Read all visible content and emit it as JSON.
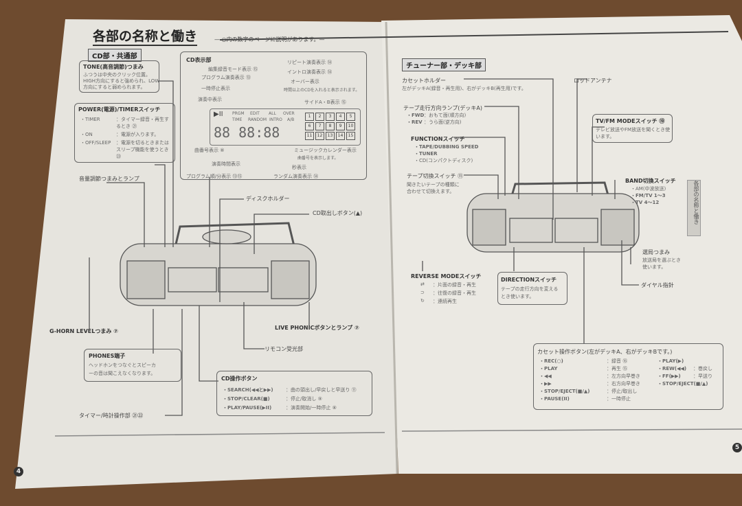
{
  "title": "各部の名称と働き",
  "subtitle": "— ○内の数字のページに説明があります。—",
  "left_page": {
    "section": "CD部・共通部",
    "page_number": "4",
    "tone": {
      "title": "TONE(高音調節)つまみ",
      "lines": [
        "ふつうは中央のクリック位置。",
        "HIGH方向にすると強められ、LOW",
        "方向にすると弱められます。"
      ]
    },
    "power": {
      "title": "POWER(電源)/TIMERスイッチ",
      "items": [
        {
          "key": "・TIMER",
          "desc": "：タイマー録音・再生するとき ㉑"
        },
        {
          "key": "・ON",
          "desc": "：電源が入ります。"
        },
        {
          "key": "・OFF/SLEEP",
          "desc": "：電源を切るときまたはスリープ機能を使うとき ㉓"
        }
      ]
    },
    "display": {
      "title": "CD表示部",
      "labels": [
        "編集録音モード表示 ⑮",
        "プログラム演奏表示 ⑬",
        "一時停止表示",
        "演奏中表示",
        "リピート演奏表示 ⑭",
        "イントロ演奏表示 ⑭",
        "オーバー表示",
        "時間以上のCDを入れると表示されます。",
        "サイドA・B表示 ⑮",
        "曲番号表示 ⑧",
        "演奏時間表示",
        "プログラム順/分表示 ⑬⑮",
        "ランダム演奏表示 ⑭",
        "秒表示",
        "ミュージックカレンダー表示",
        "曲番号を表示します。"
      ],
      "lcd_indicators": [
        "PRGM",
        "EDIT",
        "ALL",
        "OVER",
        "TIME",
        "RANDOM",
        "INTRO",
        "A/B"
      ],
      "lcd_digits": "88 88:88",
      "calendar": [
        "1",
        "2",
        "3",
        "4",
        "5",
        "6",
        "7",
        "8",
        "9",
        "10",
        "11",
        "12",
        "13",
        "14",
        "15"
      ]
    },
    "volume": "音量調節つまみとランプ",
    "disc_holder": "ディスクホルダー",
    "cd_eject": "CD取出しボタン(▲)",
    "ghorn": "G-HORN LEVELつまみ ⑦",
    "live_phonic": "LIVE PHONICボタンとランプ ⑦",
    "remote": "リモコン受光部",
    "phones": {
      "title": "PHONES端子",
      "lines": [
        "ヘッドホンをつなぐとスピーカ",
        "ーの音は聞こえなくなります。"
      ]
    },
    "timer_clock": "タイマー/時計操作部 ㉑㉒",
    "cd_ops": {
      "title": "CD操作ボタン",
      "items": [
        {
          "key": "・SEARCH(◀◀と▶▶)",
          "desc": "：曲の頭出し/早戻しと早送り ⑪"
        },
        {
          "key": "・STOP/CLEAR(■)",
          "desc": "：停止/取消し ⑨"
        },
        {
          "key": "・PLAY/PAUSE(▶II)",
          "desc": "：演奏開始/一時停止 ⑧"
        }
      ]
    }
  },
  "right_page": {
    "section": "チューナー部・デッキ部",
    "side_tab": "各部の名称と働き",
    "cassette_holder": {
      "title": "カセットホルダー",
      "desc": "左がデッキA(録音・再生用)、右がデッキB(再生用)です。"
    },
    "antenna": "ロッドアンテナ",
    "tape_lamp": {
      "title": "テープ走行方向ランプ(デッキA)",
      "items": [
        {
          "key": "・FWD",
          "desc": "：おもて面(順方向)"
        },
        {
          "key": "・REV",
          "desc": "：うら面(逆方向)"
        }
      ]
    },
    "tvfm": {
      "title": "TV/FM MODEスイッチ ⑲",
      "lines": [
        "テレビ放送やFM放送を聞くとき使",
        "います。"
      ]
    },
    "function": {
      "title": "FUNCTIONスイッチ",
      "items": [
        "・TAPE/DUBBING SPEED",
        "・TUNER",
        "・CD(コンパクトディスク)"
      ]
    },
    "tape_switch": {
      "title": "テープ切換スイッチ ⑪",
      "lines": [
        "聞きたいテープの種類に",
        "合わせて切換えます。"
      ]
    },
    "band": {
      "title": "BAND切換スイッチ",
      "items": [
        "・AM(中波放送)",
        "・FM/TV 1〜3",
        "・TV 4〜12"
      ]
    },
    "tuning": {
      "title": "選局つまみ",
      "lines": [
        "放送局を選ぶとき",
        "使います。"
      ]
    },
    "dial": "ダイヤル指針",
    "reverse": {
      "title": "REVERSE MODEスイッチ",
      "items": [
        {
          "key": "⇄",
          "desc": "：片面の録音・再生"
        },
        {
          "key": "⊃",
          "desc": "：往復の録音・再生"
        },
        {
          "key": "↻",
          "desc": "：連続再生"
        }
      ]
    },
    "direction": {
      "title": "DIRECTIONスイッチ",
      "lines": [
        "テープの走行方向を変える",
        "とき使います。"
      ]
    },
    "cassette_ops": {
      "title": "カセット操作ボタン(左がデッキA、右がデッキBです。)",
      "deck_a": [
        {
          "key": "・REC(○)",
          "desc": "：録音 ⑯"
        },
        {
          "key": "・PLAY",
          "desc": "：再生 ⑮"
        },
        {
          "key": "・◀◀",
          "desc": "：左方向早巻き"
        },
        {
          "key": "・▶▶",
          "desc": "：右方向早巻き"
        },
        {
          "key": "・STOP/EJECT(■/▲)",
          "desc": "：停止/取出し"
        },
        {
          "key": "・PAUSE(II)",
          "desc": "：一時停止"
        }
      ],
      "deck_b": [
        {
          "key": "・PLAY(▶)",
          "desc": ""
        },
        {
          "key": "・REW(◀◀)",
          "desc": "：巻戻し"
        },
        {
          "key": "・FF(▶▶)",
          "desc": "：早送り"
        },
        {
          "key": "・STOP/EJECT(■/▲)",
          "desc": ""
        }
      ]
    },
    "page_number": "5"
  },
  "colors": {
    "paper": "#e8e6e0",
    "wood": "#6e4b2f",
    "ink": "#333333"
  }
}
